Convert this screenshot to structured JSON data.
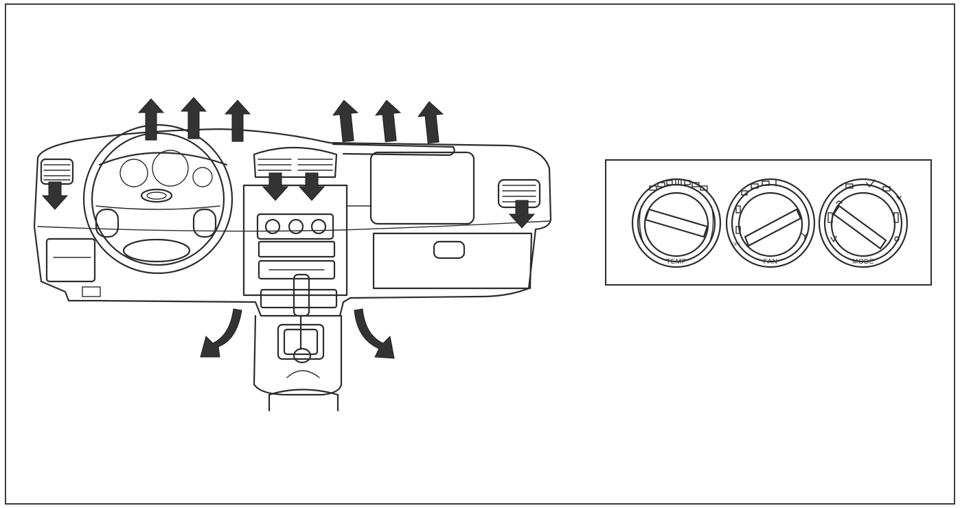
{
  "panel": {
    "knobs": [
      {
        "id": "temp",
        "label": "TEMP"
      },
      {
        "id": "fan",
        "label": "FAN",
        "off_label": "OFF"
      },
      {
        "id": "mode",
        "label": "MODE"
      }
    ]
  },
  "icons": [
    "up-airflow-arrow-icon",
    "down-airflow-arrow-icon",
    "footwell-arrow-icon",
    "fan-icon",
    "gear-shift-icon",
    "steering-wheel-icon"
  ]
}
